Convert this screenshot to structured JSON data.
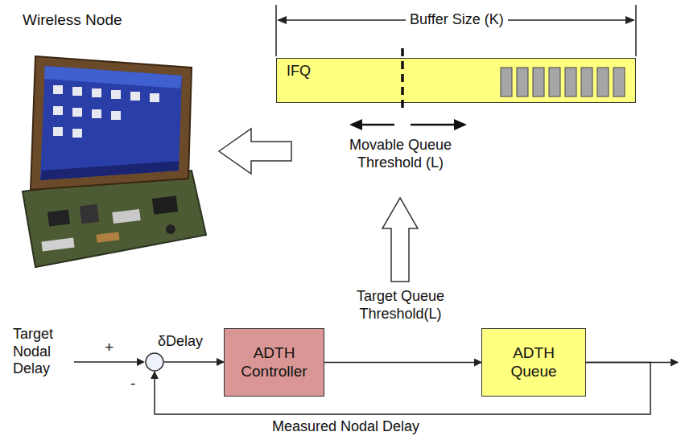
{
  "diagram": {
    "nodes": [
      {
        "text": [
          "IFQ"
        ]
      },
      {
        "text": [
          "δDelay"
        ]
      },
      {
        "text": [
          "ADTH Controller"
        ]
      },
      {
        "text": [
          "ADTH Queue"
        ]
      }
    ],
    "edges": [
      {
        "from": 1,
        "to": 2,
        "arrow": "to"
      },
      {
        "from": 2,
        "to": 3,
        "arrow": "to"
      },
      {
        "from": 3,
        "to": 1,
        "label": "Measured Nodal Delay",
        "arrow": "to"
      }
    ],
    "labels": [
      "Wireless Node",
      "Buffer Size (K)",
      "Movable Queue Threshold (L)",
      "Target Queue Threshold(L)",
      "Target Nodal Delay",
      "+",
      "-"
    ]
  }
}
